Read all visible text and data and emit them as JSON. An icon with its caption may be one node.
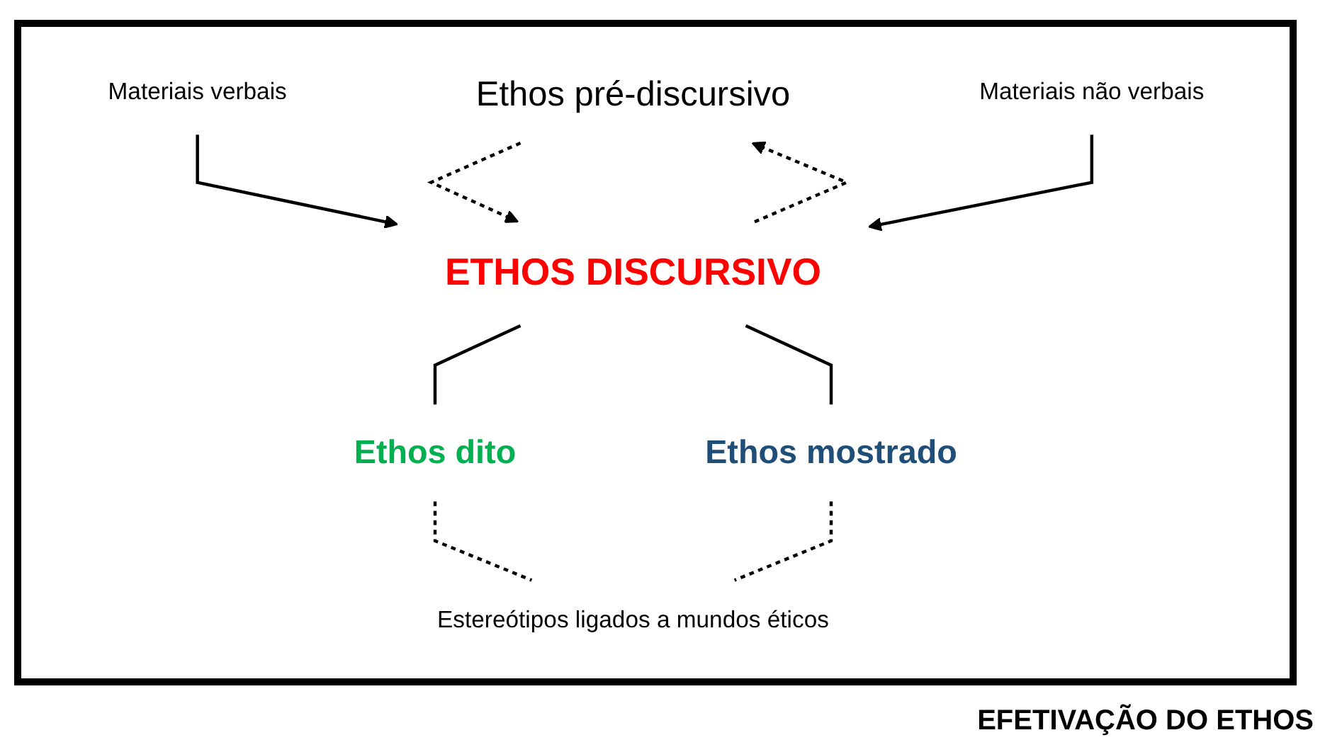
{
  "diagram": {
    "caption": "EFETIVAÇÃO DO ETHOS",
    "nodes": [
      {
        "text": [
          "Ethos pré-discursivo"
        ]
      },
      {
        "text": [
          "Materiais verbais"
        ]
      },
      {
        "text": [
          "ETHOS DISCURSIVO"
        ]
      },
      {
        "text": [
          "Materiais não verbais"
        ]
      },
      {
        "text": [
          "Ethos dito"
        ]
      },
      {
        "text": [
          "Ethos mostrado"
        ]
      },
      {
        "text": [
          "Estereótipos ligados a mundos éticos"
        ]
      }
    ],
    "edges": [
      {
        "from": 2,
        "to": 0,
        "arrow": "to",
        "style": "dashed"
      },
      {
        "from": 0,
        "to": 2,
        "arrow": "to",
        "style": "dashed"
      },
      {
        "from": 1,
        "to": 2,
        "arrow": "to"
      },
      {
        "from": 3,
        "to": 2,
        "arrow": "to"
      },
      {
        "from": 2,
        "to": 4,
        "arrow": "none"
      },
      {
        "from": 2,
        "to": 5,
        "arrow": "none"
      },
      {
        "from": 4,
        "to": 6,
        "arrow": "none",
        "style": "dashed"
      },
      {
        "from": 5,
        "to": 6,
        "arrow": "none",
        "style": "dashed"
      }
    ]
  }
}
